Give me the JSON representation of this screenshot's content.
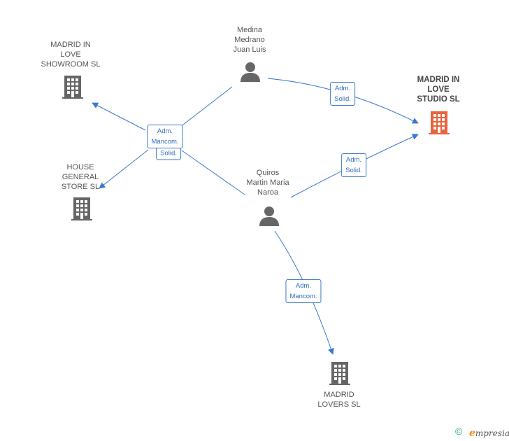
{
  "colors": {
    "edge": "#3a78c9",
    "building": "#666666",
    "building_highlight": "#e8643c",
    "person": "#666666"
  },
  "nodes": {
    "madrid_showroom": {
      "label": "MADRID IN\nLOVE\nSHOWROOM SL",
      "icon": "building-icon"
    },
    "medina": {
      "label": "Medina\nMedrano\nJuan Luis",
      "icon": "person-icon"
    },
    "madrid_studio": {
      "label": "MADRID IN\nLOVE\nSTUDIO SL",
      "icon": "building-icon"
    },
    "house_general": {
      "label": "HOUSE\nGENERAL\nSTORE  SL",
      "icon": "building-icon"
    },
    "quiros": {
      "label": "Quiros\nMartin Maria\nNaroa",
      "icon": "person-icon"
    },
    "madrid_lovers": {
      "label": "MADRID\nLOVERS  SL",
      "icon": "building-icon"
    }
  },
  "edge_labels": {
    "medina_studio": "Adm.\nSolid.",
    "quiros_studio": "Adm.\nSolid.",
    "hub_mancom": "Adm.\nMancom.",
    "hub_solid": "Solid.",
    "quiros_lovers": "Adm.\nMancom."
  },
  "footer": {
    "copyright": "©",
    "brand_initial": "e",
    "brand_rest": "mpresia"
  }
}
